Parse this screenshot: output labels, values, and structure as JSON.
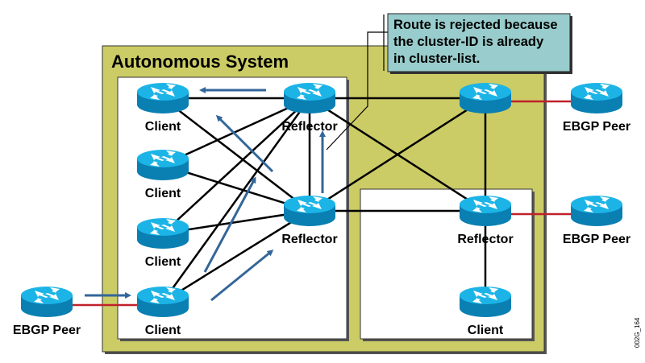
{
  "diagram": {
    "title": "Autonomous System",
    "callout": {
      "lines": [
        "Route is rejected because",
        "the cluster-ID is already",
        "in cluster-list."
      ]
    },
    "figure_id": "002G_164",
    "colors": {
      "as_background": "#cccc66",
      "callout_background": "#99cccc",
      "router_top": "#1cb4e6",
      "router_body": "#0a7fb2",
      "ibgp_link": "#000000",
      "ebgp_link": "#c0202a",
      "update_arrow": "#336699"
    },
    "routers": [
      {
        "id": "c1",
        "label": "Client",
        "role": "client",
        "cluster": 1
      },
      {
        "id": "c2",
        "label": "Client",
        "role": "client",
        "cluster": 1
      },
      {
        "id": "c3",
        "label": "Client",
        "role": "client",
        "cluster": 1
      },
      {
        "id": "c4",
        "label": "Client",
        "role": "client",
        "cluster": 1
      },
      {
        "id": "r1",
        "label": "Reflector",
        "role": "reflector",
        "cluster": 1
      },
      {
        "id": "r2",
        "label": "Reflector",
        "role": "reflector",
        "cluster": 1
      },
      {
        "id": "n1",
        "label": "",
        "role": "non-client",
        "cluster": 0
      },
      {
        "id": "r3",
        "label": "Reflector",
        "role": "reflector",
        "cluster": 2
      },
      {
        "id": "c5",
        "label": "Client",
        "role": "client",
        "cluster": 2
      },
      {
        "id": "e1",
        "label": "EBGP Peer",
        "role": "ebgp-peer"
      },
      {
        "id": "e2",
        "label": "EBGP Peer",
        "role": "ebgp-peer"
      },
      {
        "id": "e3",
        "label": "EBGP Peer",
        "role": "ebgp-peer"
      }
    ],
    "links": [
      {
        "from": "c1",
        "to": "r1",
        "type": "ibgp"
      },
      {
        "from": "c1",
        "to": "r2",
        "type": "ibgp"
      },
      {
        "from": "c2",
        "to": "r1",
        "type": "ibgp"
      },
      {
        "from": "c2",
        "to": "r2",
        "type": "ibgp"
      },
      {
        "from": "c3",
        "to": "r1",
        "type": "ibgp"
      },
      {
        "from": "c3",
        "to": "r2",
        "type": "ibgp"
      },
      {
        "from": "c4",
        "to": "r1",
        "type": "ibgp"
      },
      {
        "from": "c4",
        "to": "r2",
        "type": "ibgp"
      },
      {
        "from": "r1",
        "to": "r2",
        "type": "ibgp"
      },
      {
        "from": "r1",
        "to": "n1",
        "type": "ibgp"
      },
      {
        "from": "r1",
        "to": "r3",
        "type": "ibgp"
      },
      {
        "from": "r2",
        "to": "n1",
        "type": "ibgp"
      },
      {
        "from": "r2",
        "to": "r3",
        "type": "ibgp"
      },
      {
        "from": "n1",
        "to": "r3",
        "type": "ibgp"
      },
      {
        "from": "r3",
        "to": "c5",
        "type": "ibgp"
      },
      {
        "from": "e1",
        "to": "c4",
        "type": "ebgp"
      },
      {
        "from": "n1",
        "to": "e2",
        "type": "ebgp"
      },
      {
        "from": "r3",
        "to": "e3",
        "type": "ebgp"
      }
    ],
    "update_flow": [
      {
        "from": "e1",
        "to": "c4"
      },
      {
        "from": "c4",
        "to": "r1"
      },
      {
        "from": "c4",
        "to": "r2"
      },
      {
        "from": "r2",
        "to": "r1"
      },
      {
        "from": "r2",
        "to": "c1"
      },
      {
        "from": "r1",
        "to": "c1"
      }
    ]
  }
}
